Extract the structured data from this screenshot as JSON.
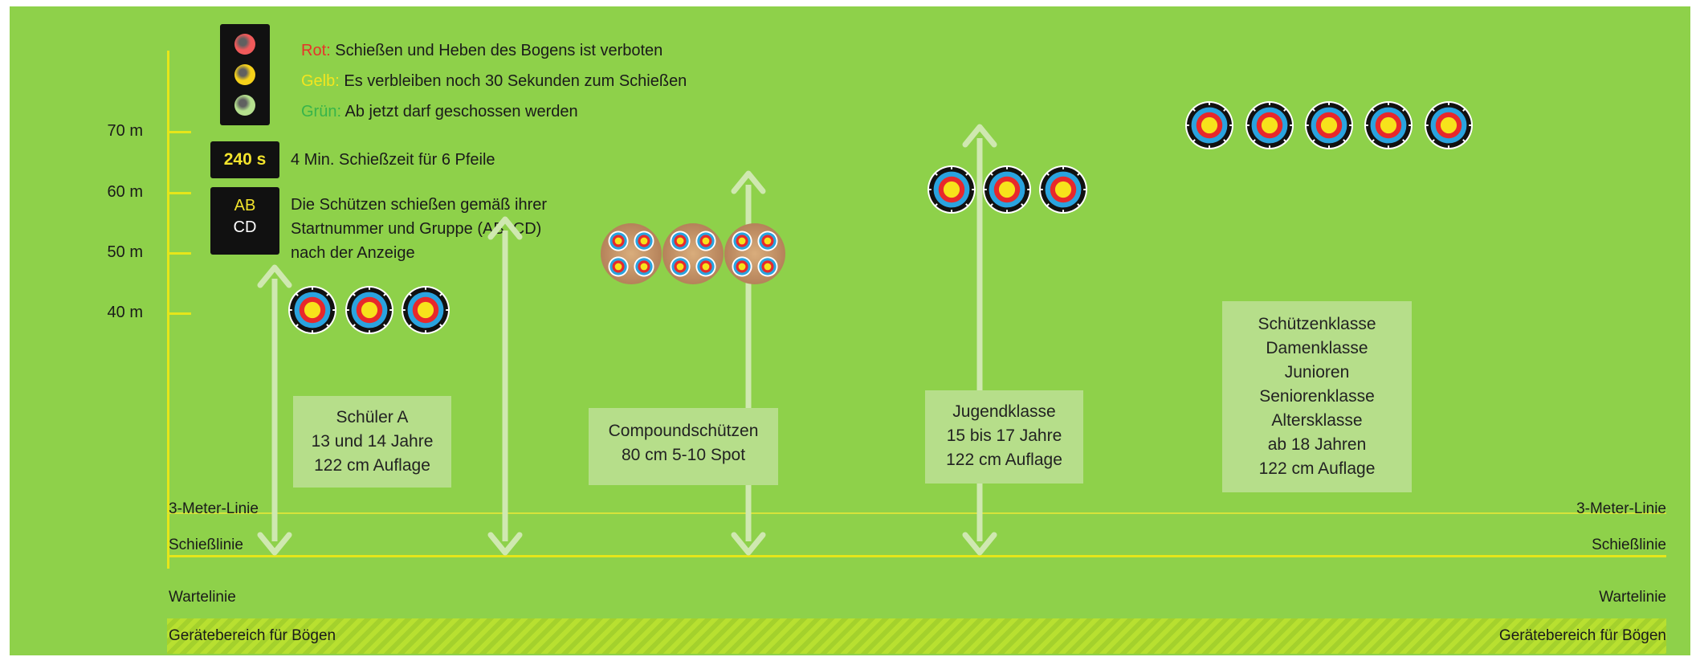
{
  "legend": {
    "lights": [
      {
        "color_word": "Rot:",
        "color": "#e8332a",
        "text": "Schießen und Heben des Bogens ist verboten",
        "lamp": "#f05a5a"
      },
      {
        "color_word": "Gelb:",
        "color": "#f4e61e",
        "text": "Es verbleiben noch 30 Sekunden zum Schießen",
        "lamp": "#f6d21a"
      },
      {
        "color_word": "Grün:",
        "color": "#37b44a",
        "text": "Ab jetzt darf geschossen werden",
        "lamp": "#b5e08e"
      }
    ],
    "timer_display": "240 s",
    "timer_text": "4 Min. Schießzeit für 6 Pfeile",
    "group_display_top": "AB",
    "group_display_bottom": "CD",
    "group_text": [
      "Die Schützen schießen gemäß ihrer",
      "Startnummer und Gruppe  (AB, CD)",
      "nach der Anzeige"
    ]
  },
  "distances": [
    "70 m",
    "60 m",
    "50 m",
    "40 m"
  ],
  "lines": {
    "three_meter": "3-Meter-Linie",
    "shooting": "Schießlinie",
    "waiting": "Wartelinie",
    "equipment": "Gerätebereich für Bögen"
  },
  "groups": [
    {
      "lines": [
        "Schüler A",
        "13 und 14 Jahre",
        "122 cm Auflage"
      ]
    },
    {
      "lines": [
        "Compoundschützen",
        "80 cm 5-10 Spot"
      ]
    },
    {
      "lines": [
        "Jugendklasse",
        "15 bis 17 Jahre",
        "122 cm Auflage"
      ]
    },
    {
      "lines": [
        "Schützenklasse",
        "Damenklasse",
        "Junioren",
        "Seniorenklasse",
        "Altersklasse",
        "ab 18 Jahren",
        "122 cm Auflage"
      ]
    }
  ],
  "colors": {
    "field": "#8ed14a",
    "axis": "#e6e61a",
    "arrow": "#cfe8b0",
    "box": "#b6de8a"
  }
}
